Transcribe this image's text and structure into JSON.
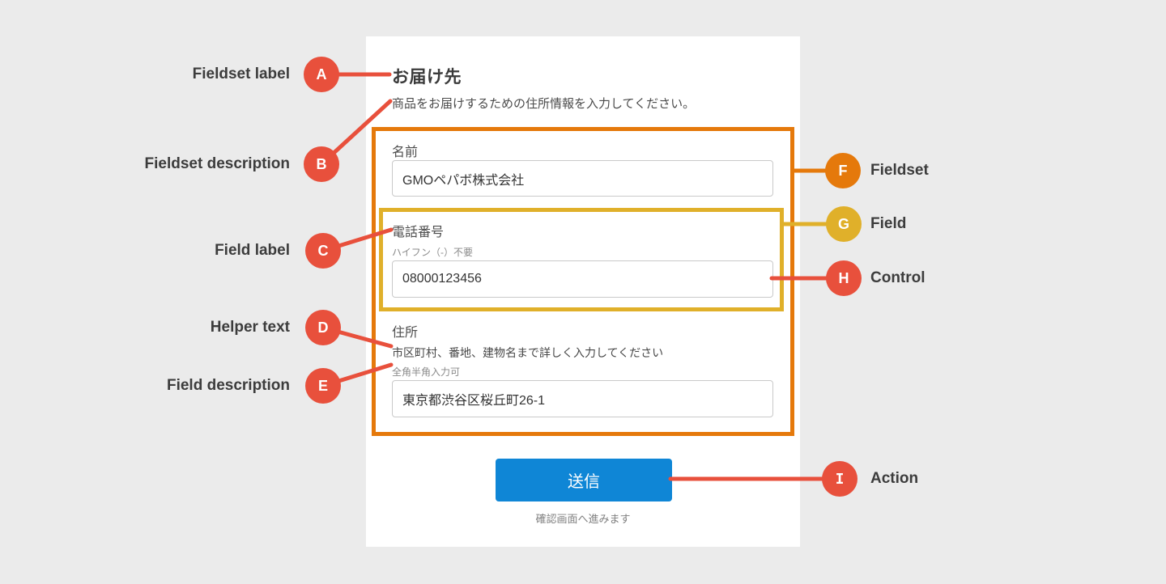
{
  "form": {
    "fieldset_label": "お届け先",
    "fieldset_description": "商品をお届けするための住所情報を入力してください。",
    "name_field": {
      "label": "名前",
      "value": "GMOペパボ株式会社"
    },
    "phone_field": {
      "label": "電話番号",
      "description": "ハイフン（-）不要",
      "value": "08000123456"
    },
    "address_field": {
      "label": "住所",
      "helper": "市区町村、番地、建物名まで詳しく入力してください",
      "description": "全角半角入力可",
      "value": "東京都渋谷区桜丘町26-1"
    },
    "action": {
      "label": "送信",
      "helper": "確認画面へ進みます"
    }
  },
  "annotations": {
    "left": [
      {
        "letter": "A",
        "label": "Fieldset label"
      },
      {
        "letter": "B",
        "label": "Fieldset description"
      },
      {
        "letter": "C",
        "label": "Field label"
      },
      {
        "letter": "D",
        "label": "Helper text"
      },
      {
        "letter": "E",
        "label": "Field description"
      }
    ],
    "right": [
      {
        "letter": "F",
        "label": "Fieldset"
      },
      {
        "letter": "G",
        "label": "Field"
      },
      {
        "letter": "H",
        "label": "Control"
      },
      {
        "letter": "I",
        "label": "Action"
      }
    ]
  },
  "colors": {
    "red": "#e8503c",
    "orange": "#e5790b",
    "gold": "#e0b02a",
    "blue": "#0f86d6",
    "bg": "#ebebeb"
  }
}
